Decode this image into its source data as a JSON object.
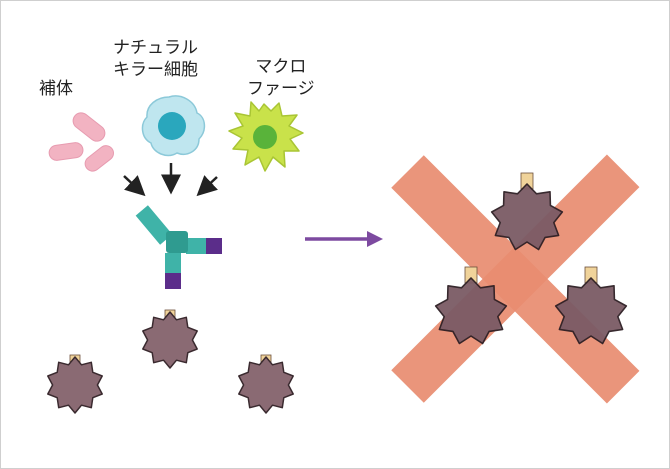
{
  "labels": {
    "complement": "補体",
    "nk_line1": "ナチュラル",
    "nk_line2": "キラー細胞",
    "macrophage_line1": "マクロ",
    "macrophage_line2": "ファージ"
  },
  "colors": {
    "complement": "#f2b3c2",
    "nk_cell_outer": "#bfe6ef",
    "nk_nucleus": "#2aa7bd",
    "macrophage_outer": "#c9e24a",
    "macrophage_nucleus": "#59b33a",
    "antibody_teal": "#3fb3a8",
    "antibody_purple": "#5b2d8a",
    "pathogen": "#8a6a73",
    "pathogen_tag": "#f0d39a",
    "arrow_main": "#7d4aa0",
    "cross": "#e88c70"
  }
}
